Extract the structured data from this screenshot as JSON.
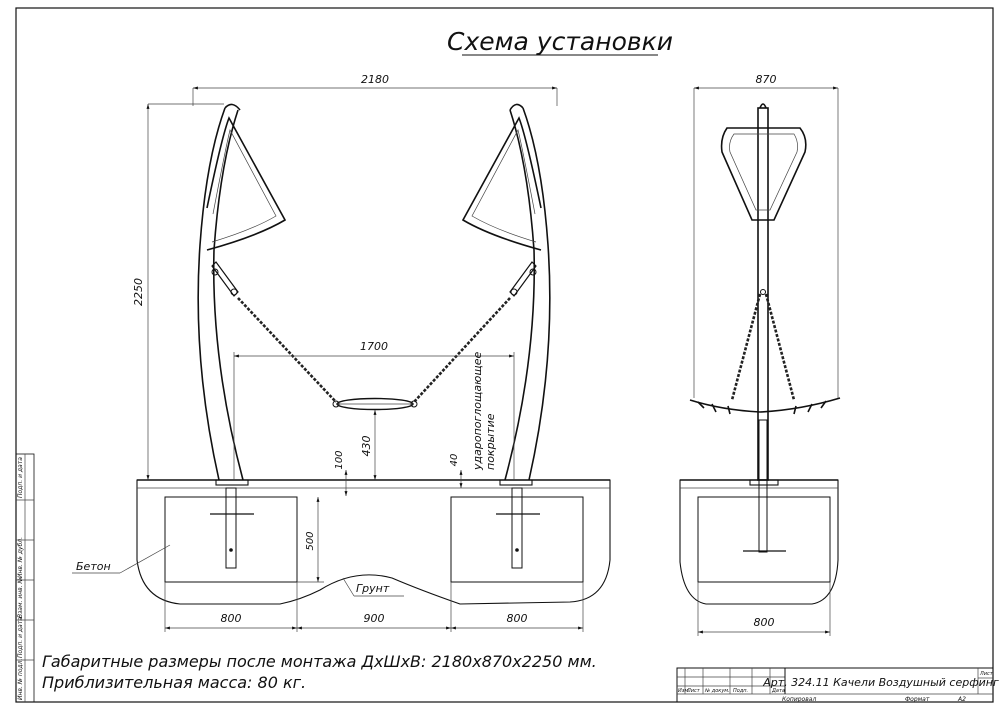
{
  "title": "Схема установки",
  "dimensions": {
    "overall_width": "2180",
    "height": "2250",
    "span": "1700",
    "seat_height": "430",
    "ground_depth": "100",
    "coating_thickness": "40",
    "footing_depth": "500",
    "footing_left_width": "800",
    "footing_gap": "900",
    "footing_right_width": "800",
    "side_width": "870",
    "side_footing_width": "800"
  },
  "labels": {
    "concrete": "Бетон",
    "soil": "Грунт",
    "coating_line1": "ударопоглощающее",
    "coating_line2": "покрытие"
  },
  "notes": {
    "line1": "Габаритные размеры после монтажа ДхШхВ: 2180х870х2250 мм.",
    "line2": "Приблизительная масса: 80 кг."
  },
  "title_block": {
    "product": "Арт. 324.11 Качели Воздушный серфинг",
    "sheet_label": "Лист",
    "columns": [
      "Изм.",
      "Лист",
      "№ докум.",
      "Подп.",
      "Дата"
    ],
    "copied": "Копировал",
    "format_label": "Формат",
    "format_value": "А2"
  },
  "side_stamp": [
    "Инв. № подл.",
    "Подп. и дата",
    "Взам. инв. №",
    "Инв. № дубл.",
    "Подп. и дата"
  ],
  "colors": {
    "line": "#111111",
    "concrete_fill": "#d9d9d9",
    "ground_fill": "#f2f2f2"
  }
}
